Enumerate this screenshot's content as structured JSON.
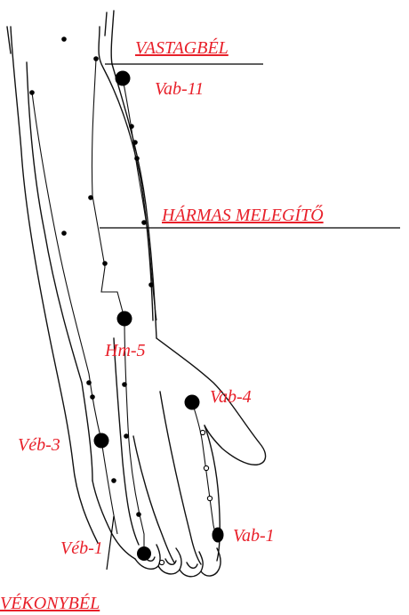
{
  "colors": {
    "label": "#e8202a",
    "line": "#111111",
    "background": "#ffffff"
  },
  "labels": {
    "vastagbel": "VASTAGBÉL",
    "vab11": "Vab-11",
    "harmas_melegito": "HÁRMAS MELEGÍTŐ",
    "hm5": "Hm-5",
    "vab4": "Vab-4",
    "veb3": "Véb-3",
    "vab1": "Vab-1",
    "veb1": "Véb-1",
    "vekonybel": "VÉKONYBÉL"
  }
}
